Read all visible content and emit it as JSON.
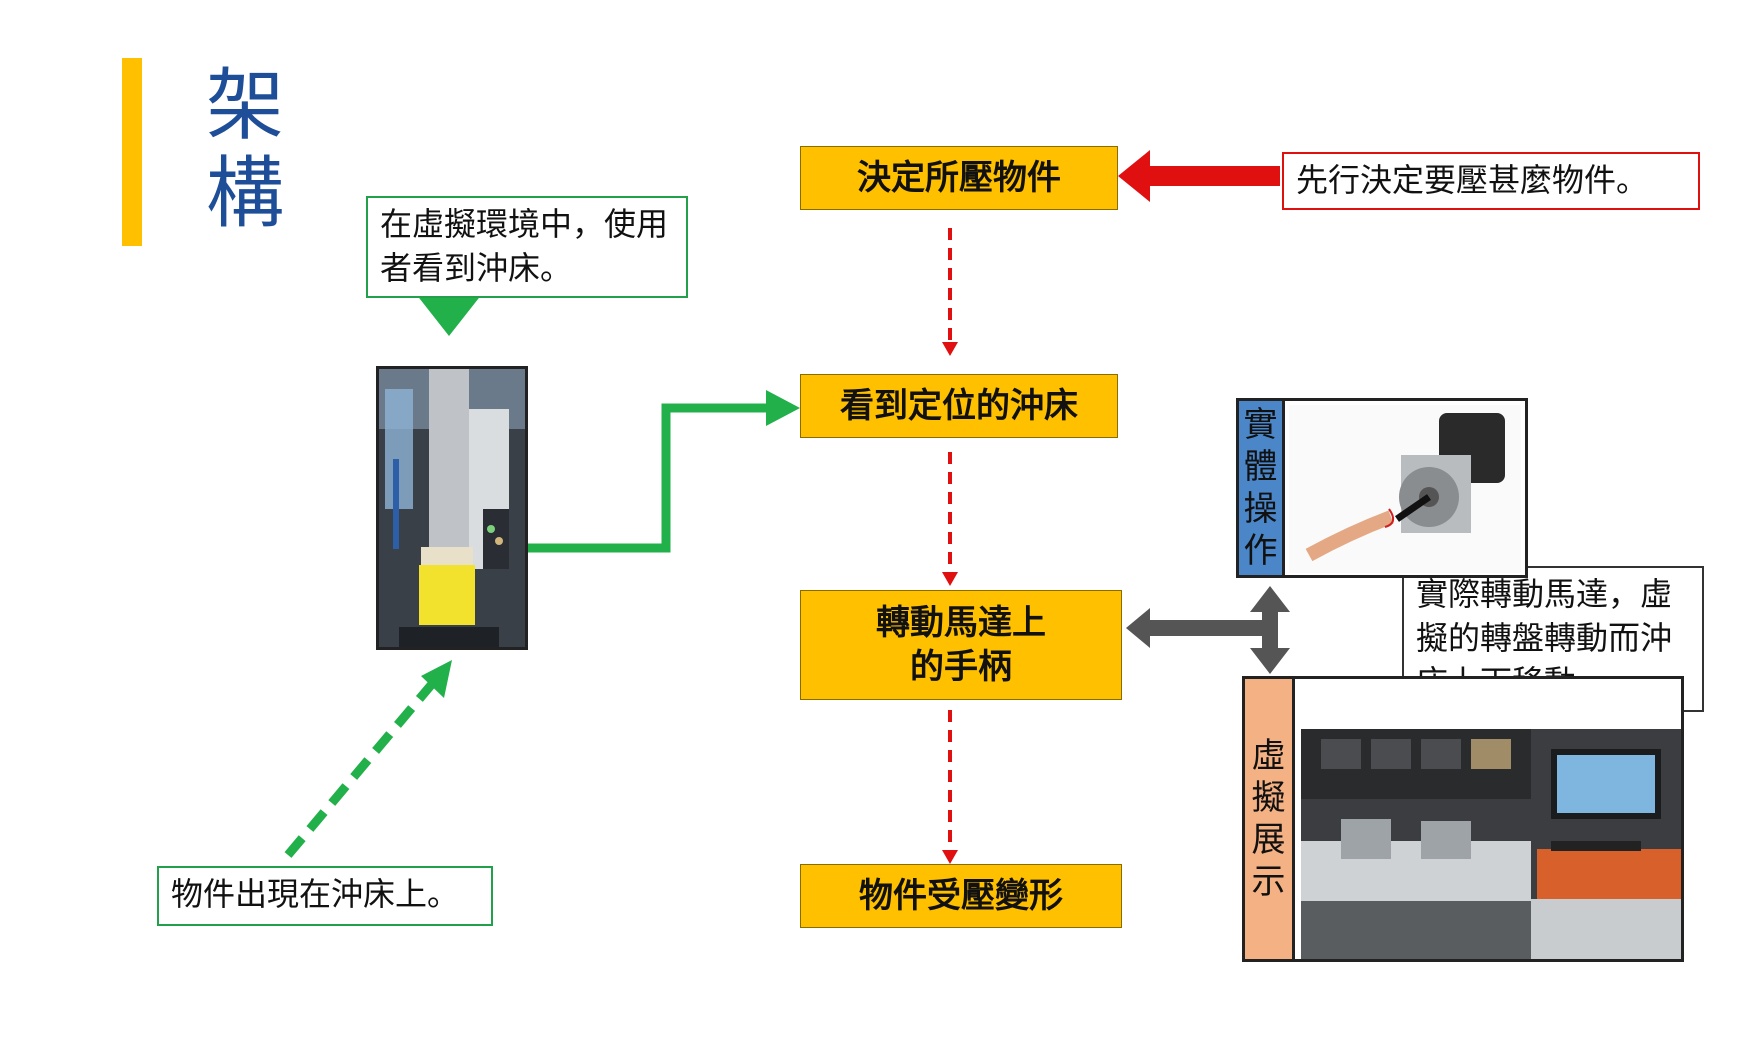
{
  "title": "架構",
  "steps": {
    "decide": "決定所壓物件",
    "see_press": "看到定位的沖床",
    "rotate_handle": "轉動馬達上的手柄",
    "deform": "物件受壓變形"
  },
  "notes": {
    "decide_first": "先行決定要壓甚麼物件。",
    "user_sees": "在虛擬環境中，使用者看到沖床。",
    "object_appears": "物件出現在沖床上。",
    "actual_rotate": "實際轉動馬達，虛擬的轉盤轉動而沖床上下移動。"
  },
  "labels": {
    "physical": "實體操作",
    "virtual": "虛擬展示"
  },
  "colors": {
    "accent": "#FFC000",
    "title": "#1F4E99",
    "green_arrow": "#22B04A",
    "red_arrow": "#E01010",
    "gray_arrow": "#555555",
    "physical_label_bg": "#4A86C8",
    "virtual_label_bg": "#F4B183"
  },
  "images": {
    "vr_press": "vr-press-screenshot",
    "motor_hand": "motor-handle-photo",
    "lab_setup": "lab-setup-photo"
  }
}
